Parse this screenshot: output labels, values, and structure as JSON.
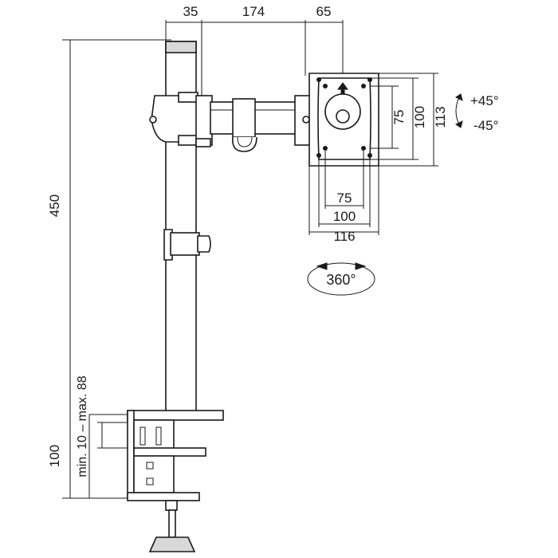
{
  "dimensions": {
    "top_left": "35",
    "top_mid": "174",
    "top_right": "65",
    "height_total": "450",
    "clamp_range": "min. 10 – max. 88",
    "clamp_height": "100",
    "vesa_inner_h": "75",
    "vesa_outer_h": "100",
    "plate_h": "113",
    "vesa_inner_w": "75",
    "vesa_outer_w": "100",
    "plate_w": "116"
  },
  "rotation": {
    "tilt_up": "+45°",
    "tilt_down": "-45°",
    "swivel": "360°"
  }
}
